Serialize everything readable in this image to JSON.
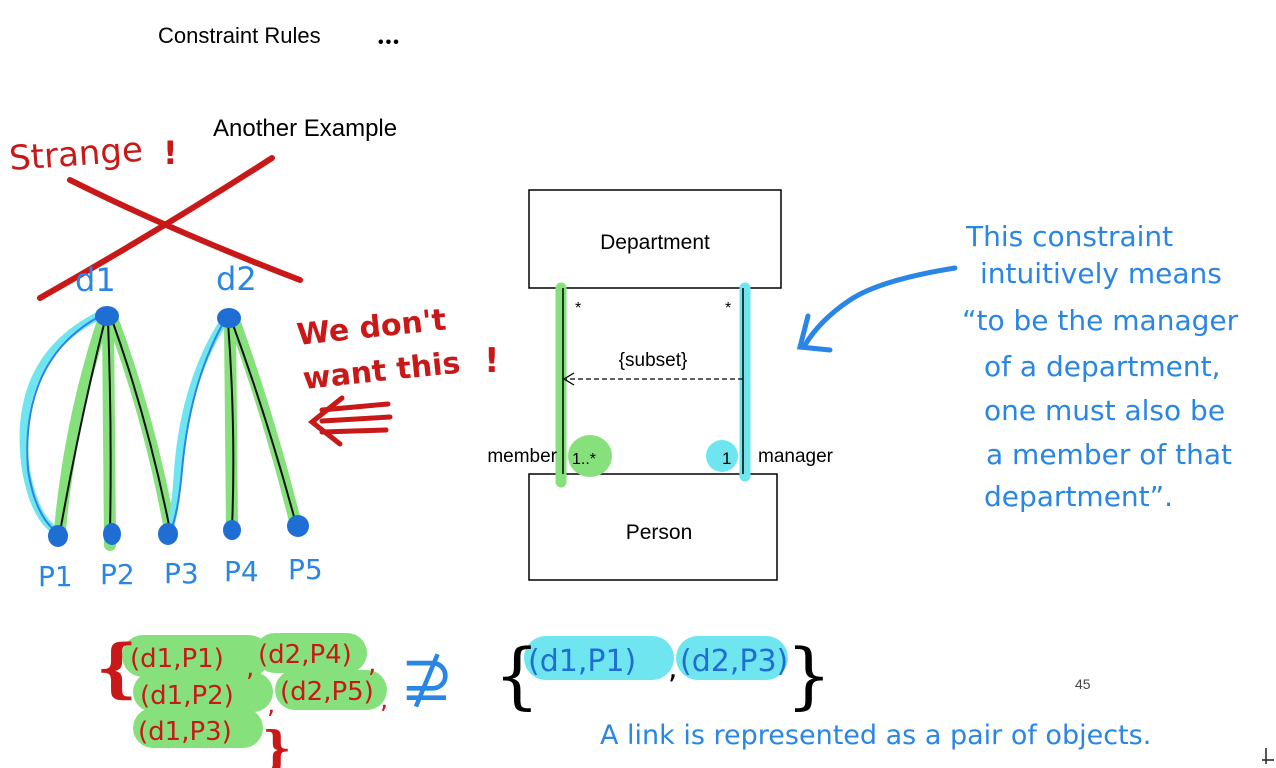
{
  "slide": {
    "title": "Constraint Rules",
    "title_ellipsis": "•••",
    "subtitle": "Another Example",
    "page_number": "45"
  },
  "uml": {
    "class_top": "Department",
    "class_bottom": "Person",
    "mult_left_top": "*",
    "mult_right_top": "*",
    "constraint": "{subset}",
    "role_left": "member",
    "mult_left_bottom": "1..*",
    "role_right": "manager",
    "mult_right_bottom": "1"
  },
  "annotations": {
    "strange": "Strange",
    "strange_mark": "!",
    "we_dont_want_line1": "We don't",
    "we_dont_want_line2": "want this",
    "we_dont_want_mark": "!",
    "explanation_lines": [
      "This constraint",
      "intuitively means",
      "“to be the manager",
      "of a department,",
      "one must also be",
      "a member of that",
      "department”."
    ],
    "link_note": "A link is represented as a pair of objects."
  },
  "object_diagram": {
    "departments": [
      "d1",
      "d2"
    ],
    "persons": [
      "P1",
      "P2",
      "P3",
      "P4",
      "P5"
    ]
  },
  "sets": {
    "member_pairs": [
      "(d1,P1)",
      "(d2,P4)",
      "(d1,P2)",
      "(d2,P5)",
      "(d1,P3)"
    ],
    "comma": ",",
    "not_superset": "⊉",
    "open_brace": "{",
    "close_brace": "}",
    "manager_pairs": [
      "(d1,P1)",
      "(d2,P3)"
    ]
  },
  "colors": {
    "ink_red": "#c81818",
    "ink_blue": "#2a86e4",
    "hl_green": "#86e07c",
    "hl_cyan": "#6fe6ef",
    "black": "#000000"
  }
}
